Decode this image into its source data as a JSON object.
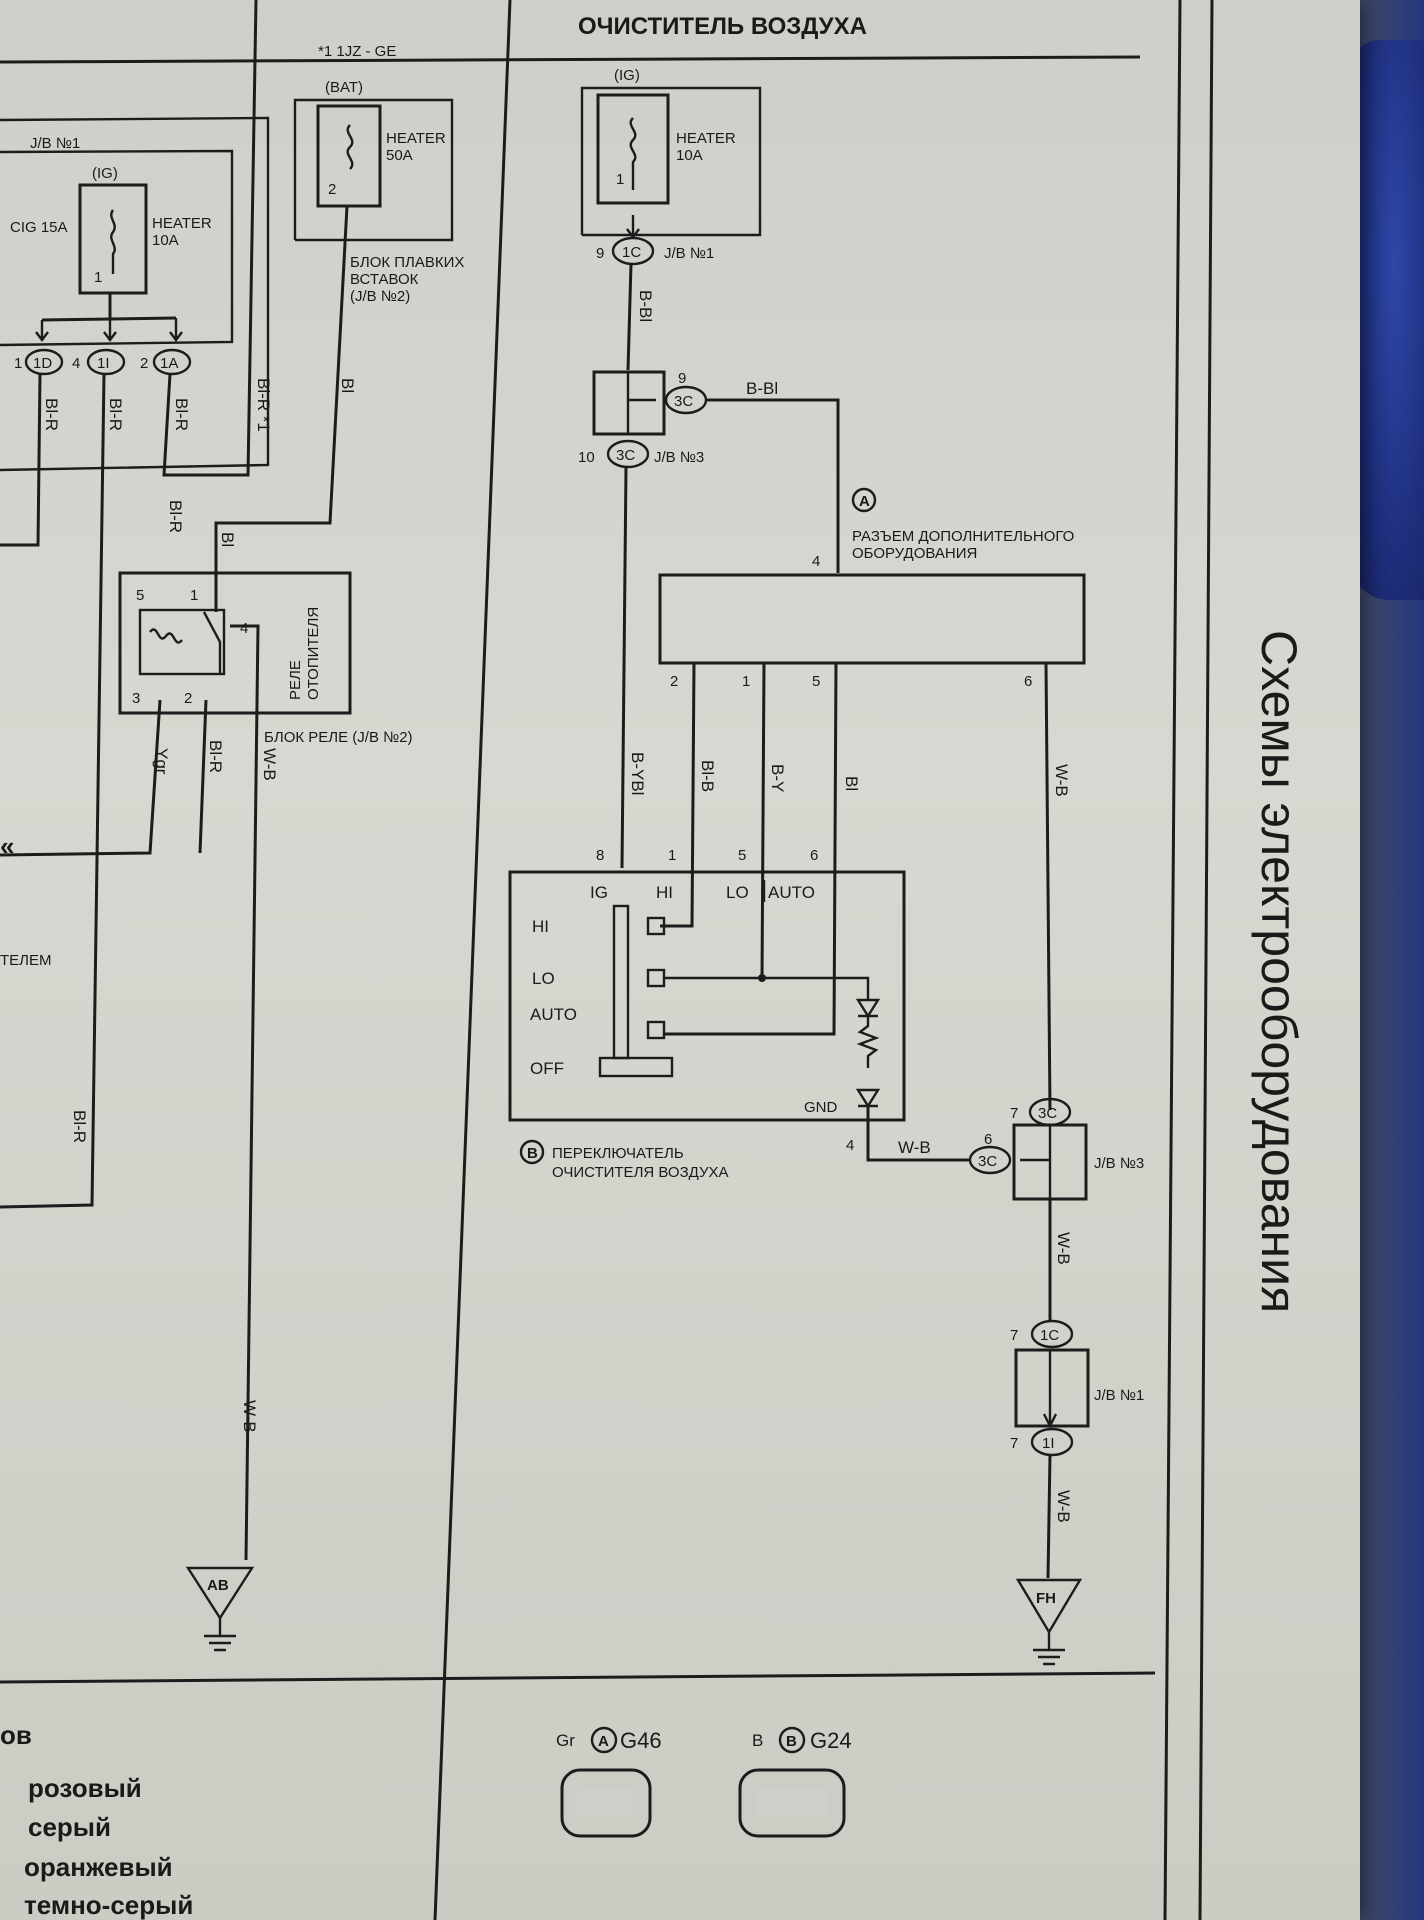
{
  "page": {
    "header_title": "ОЧИСТИТЕЛЬ ВОЗДУХА",
    "side_title": "Схемы электрооборудования",
    "footnote_engine": "*1 1JZ - GE"
  },
  "left_part": {
    "jb1_label": "J/B №1",
    "ig_label": "(IG)",
    "cig_fuse": "CIG 15A",
    "heater_fuse_line1": "HEATER",
    "heater_fuse_line2": "10A",
    "heater_fuse_pin": "1",
    "bat_label": "(BAT)",
    "heater50_line1": "HEATER",
    "heater50_line2": "50A",
    "heater50_pin": "2",
    "fusible_block_line1": "БЛОК ПЛАВКИХ",
    "fusible_block_line2": "ВСТАВОК",
    "fusible_block_line3": "(J/B №2)",
    "conn_1d_pin": "1",
    "conn_1d": "1D",
    "conn_1i_pin": "4",
    "conn_1i": "1I",
    "conn_1a_pin": "2",
    "conn_1a": "1A",
    "wire_bl_r": "Bl-R",
    "wire_bl_r_star": "Bl-R *1",
    "wire_bl": "Bl",
    "wire_ygr": "Ygr",
    "wire_w_b": "W-B",
    "relay_pin5": "5",
    "relay_pin1": "1",
    "relay_pin4": "4",
    "relay_pin3": "3",
    "relay_pin2": "2",
    "relay_name_line1": "РЕЛЕ",
    "relay_name_line2": "ОТОПИТЕЛЯ",
    "relay_block": "БЛОК РЕЛЕ (J/B №2)",
    "cut_text": "ТЕЛЕМ",
    "ground_ab": "AB"
  },
  "right_part": {
    "ig_label": "(IG)",
    "heater_line1": "HEATER",
    "heater_line2": "10A",
    "heater_pin": "1",
    "conn_1c_top_pin": "9",
    "conn_1c": "1C",
    "jb1_label": "J/B №1",
    "wire_b_bl": "B-Bl",
    "conn_3c_top_pin": "9",
    "conn_3c": "3C",
    "conn_3c_bottom_pin": "10",
    "jb3_label": "J/B №3",
    "connector_a_letter": "A",
    "connector_a_line1": "РАЗЪЕМ ДОПОЛНИТЕЛЬНОГО",
    "connector_a_line2": "ОБОРУДОВАНИЯ",
    "conn_a_pin4": "4",
    "conn_a_pin2": "2",
    "conn_a_pin1": "1",
    "conn_a_pin5": "5",
    "conn_a_pin6": "6",
    "wire_b_ybl": "B-YBl",
    "wire_bl_b": "Bl-B",
    "wire_b_y": "B-Y",
    "wire_bl": "Bl",
    "wire_w_b": "W-B",
    "sw_pin8": "8",
    "sw_pin1": "1",
    "sw_pin5": "5",
    "sw_pin6": "6",
    "sw_pin4": "4",
    "term_ig": "IG",
    "term_hi": "HI",
    "term_lo": "LO",
    "term_auto": "AUTO",
    "pos_hi": "HI",
    "pos_lo": "LO",
    "pos_auto": "AUTO",
    "pos_off": "OFF",
    "gnd": "GND",
    "switch_b_letter": "B",
    "switch_line1": "ПЕРЕКЛЮЧАТЕЛЬ",
    "switch_line2": "ОЧИСТИТЕЛЯ ВОЗДУХА",
    "jb3b_pin7": "7",
    "jb3b_conn": "3C",
    "jb3b_pin6": "6",
    "jb3b_conn2": "3C",
    "jb3b_label": "J/B №3",
    "jb1b_pin_top": "7",
    "jb1b_conn_top": "1C",
    "jb1b_pin_bot": "7",
    "jb1b_conn_bot": "1I",
    "jb1b_label": "J/B №1",
    "ground_fh": "FH"
  },
  "bottom": {
    "legend_heading_cut": "ов",
    "colors": [
      "розовый",
      "серый",
      "оранжевый",
      "темно-серый"
    ],
    "connector_a_color": "Gr",
    "connector_a_letter": "A",
    "connector_a_code": "G46",
    "connector_b_color": "B",
    "connector_b_letter": "B",
    "connector_b_code": "G24"
  }
}
